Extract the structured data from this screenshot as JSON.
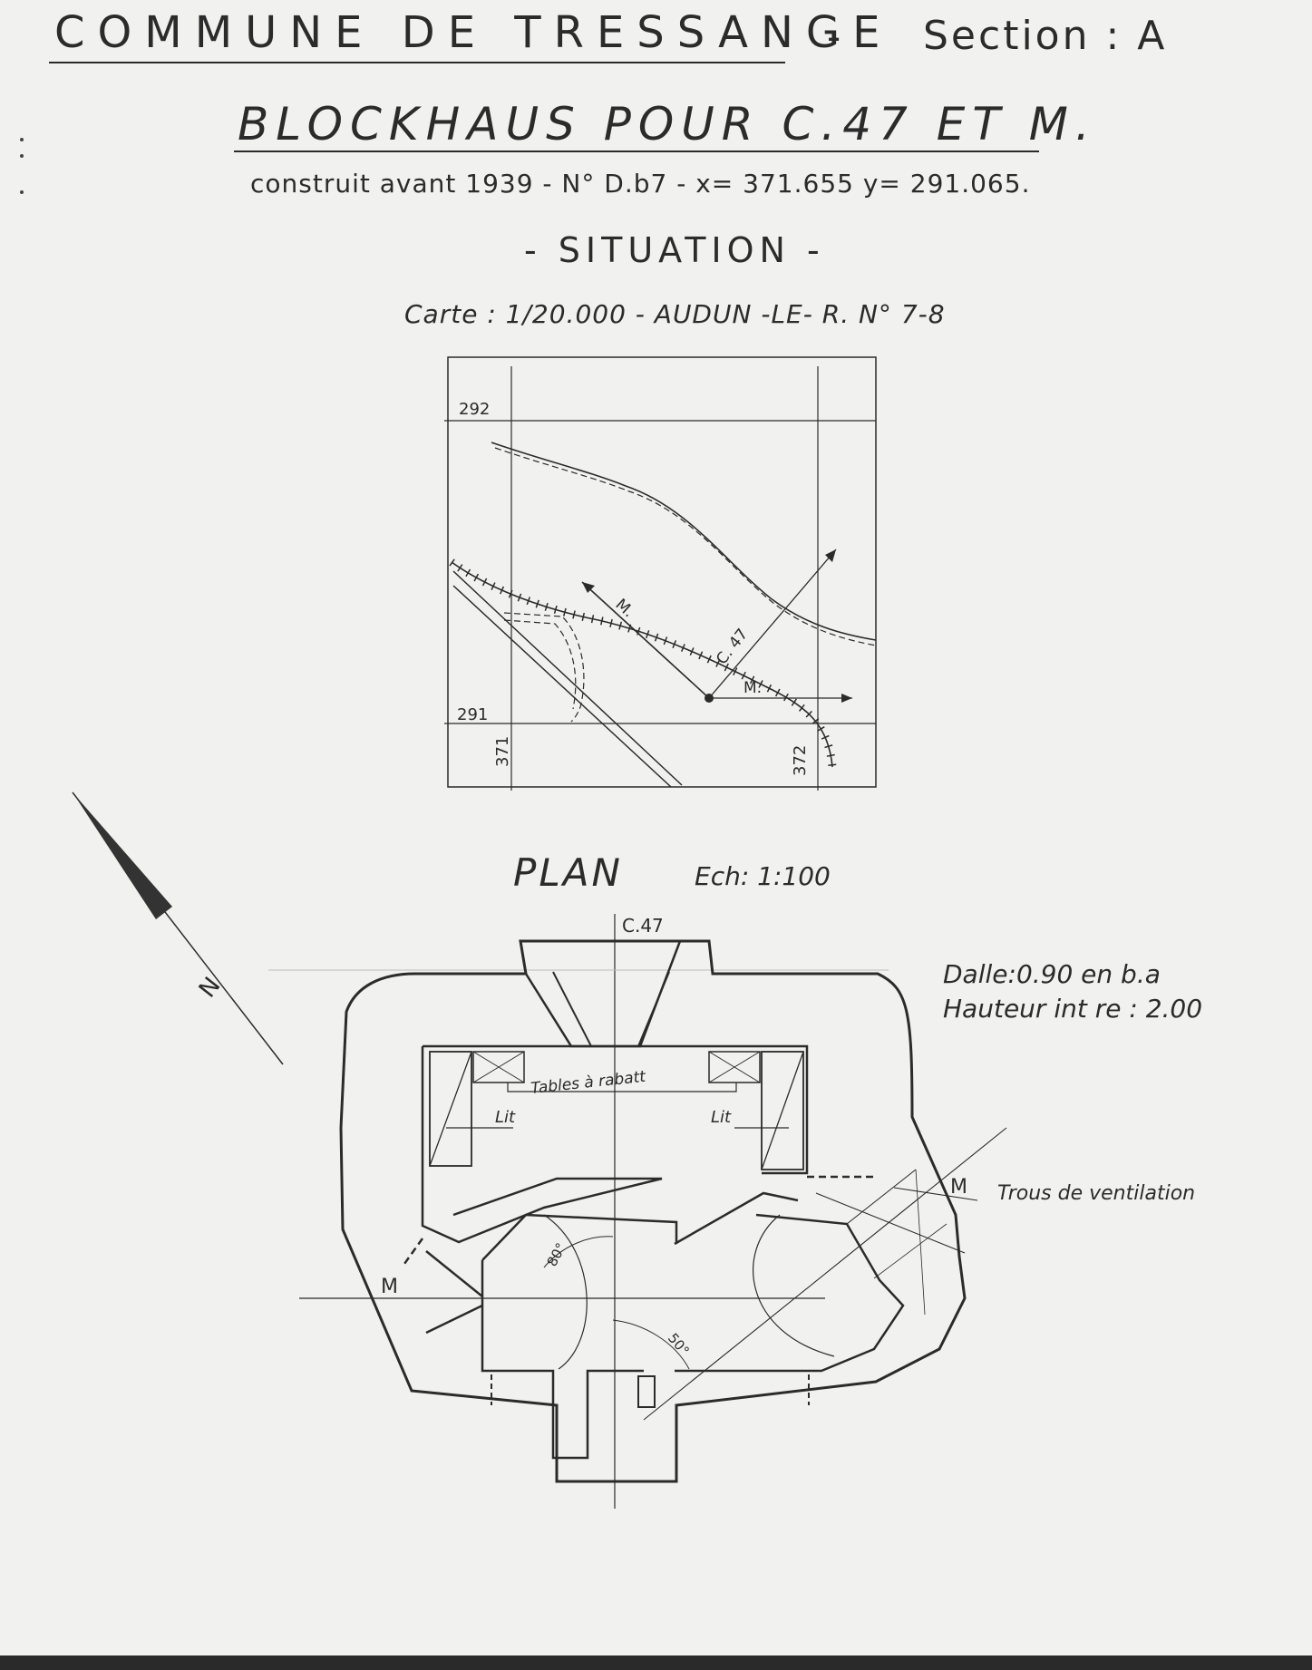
{
  "header": {
    "commune": "COMMUNE DE TRESSANGE",
    "dash": "-",
    "section": "Section : A"
  },
  "title": "BLOCKHAUS POUR C.47 ET M.",
  "subtitle": "construit avant 1939 - N° D.b7 - x= 371.655 y= 291.065.",
  "situation": "- SITUATION -",
  "carte": "Carte : 1/20.000 - AUDUN -LE- R. N° 7-8",
  "situation_map": {
    "grid_labels": {
      "y_top": "292",
      "y_bottom": "291",
      "x_left": "371",
      "x_right": "372"
    },
    "labels": {
      "m_upper": "M.",
      "c47": "C. 47",
      "m_lower": "M."
    }
  },
  "north_label": "N",
  "plan": {
    "title": "PLAN",
    "scale": "Ech: 1:100",
    "c47_axis_label": "C.47",
    "dalle": "Dalle:0.90 en b.a",
    "hauteur": "Hauteur int re : 2.00",
    "tables": "Tables à rabatt",
    "lit_left": "Lit",
    "lit_right": "Lit",
    "m_left": "M",
    "m_right": "M",
    "ventilation": "Trous de ventilation",
    "angle_1": "80°",
    "angle_2": "50°"
  },
  "colors": {
    "ink": "#2b2b2b",
    "paper": "#f1f1ef"
  }
}
